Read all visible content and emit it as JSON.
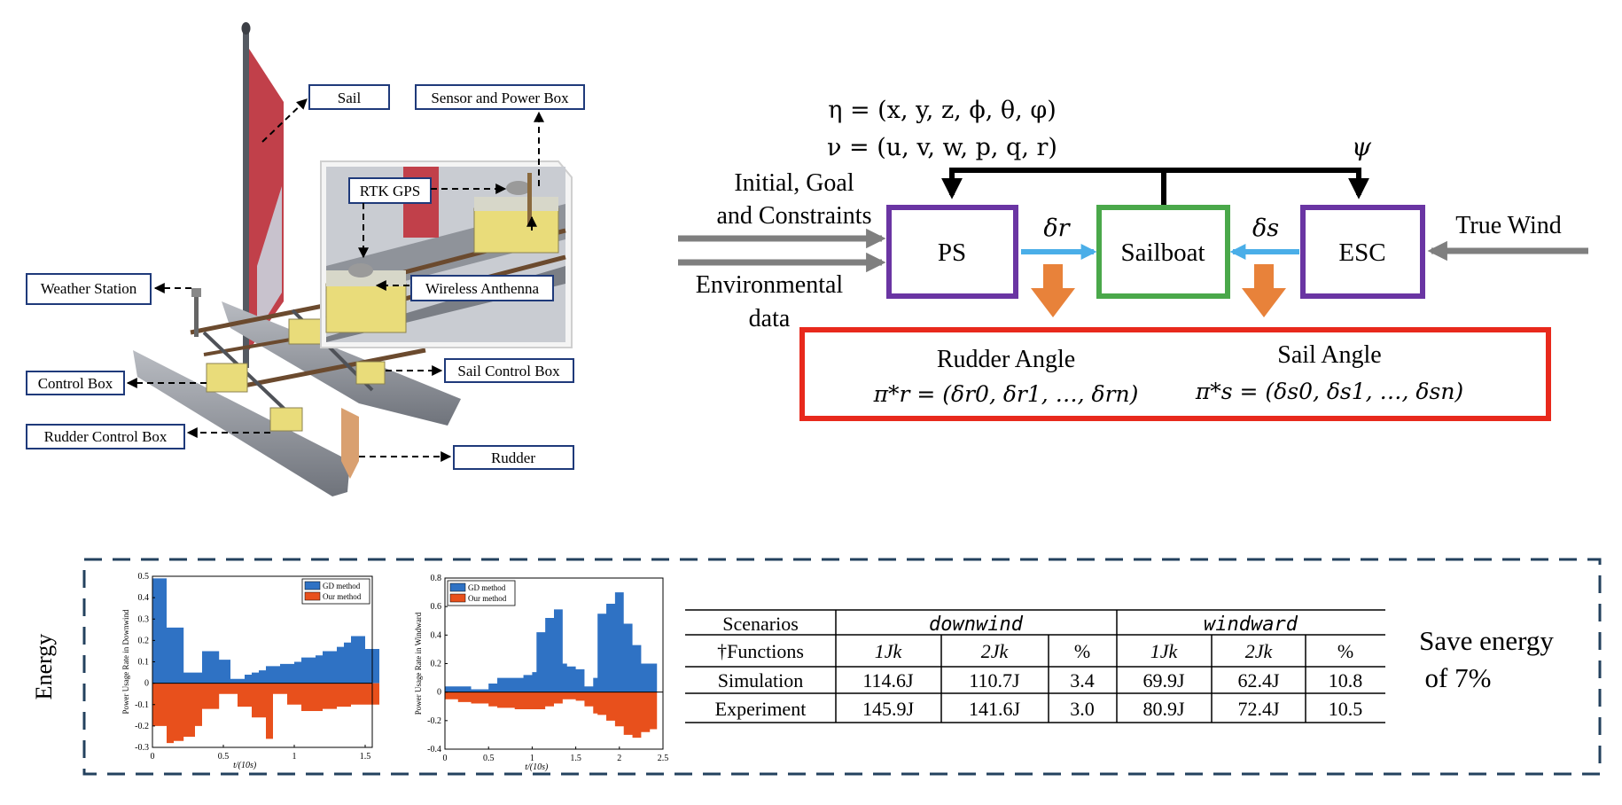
{
  "colors": {
    "label_border": "#1f3a7a",
    "ps_border": "#6a35a3",
    "sailboat_border": "#4aa84a",
    "output_border": "#e8291c",
    "blue_arrow": "#4aaee8",
    "orange_arrow": "#e8823a",
    "gray_arrow": "#7f7f7f",
    "dash_border": "#23415e",
    "bar_blue": "#2f72c4",
    "bar_orange": "#e8501c",
    "sail_red": "#c1404a",
    "hull_gray": "#8e929a",
    "box_yellow": "#e9dc7a"
  },
  "boat_labels": {
    "sail": "Sail",
    "sensor_power_box": "Sensor and Power Box",
    "rtk_gps": "RTK GPS",
    "wireless_antenna": "Wireless Anthenna",
    "weather_station": "Weather Station",
    "control_box": "Control Box",
    "sail_control_box": "Sail Control Box",
    "rudder_control_box": "Rudder Control Box",
    "rudder": "Rudder"
  },
  "block_diagram": {
    "eta_eq": "η = (x, y, z, ϕ, θ, φ)",
    "nu_eq": "ν = (u, v, w, p, q, r)",
    "psi": "ψ",
    "input_line1": "Initial, Goal",
    "input_line2": "and Constraints",
    "env_line1": "Environmental",
    "env_line2": "data",
    "ps_label": "PS",
    "sailboat_label": "Sailboat",
    "esc_label": "ESC",
    "true_wind": "True Wind",
    "delta_r": "δr",
    "delta_s": "δs",
    "rudder_angle_title": "Rudder Angle",
    "rudder_angle_eq": "π*r = (δr0, δr1, …, δrn)",
    "sail_angle_title": "Sail Angle",
    "sail_angle_eq": "π*s = (δs0, δs1, …, δsn)"
  },
  "energy": {
    "label": "Energy",
    "save_line1": "Save energy",
    "save_line2": "of 7%"
  },
  "table": {
    "headers": [
      "Scenarios",
      "downwind",
      "windward"
    ],
    "functions_header": "†Functions",
    "sub_headers": [
      "1Jk",
      "2Jk",
      "%",
      "1Jk",
      "2Jk",
      "%"
    ],
    "rows": [
      {
        "scenario": "Simulation",
        "values": [
          "114.6J",
          "110.7J",
          "3.4",
          "69.9J",
          "62.4J",
          "10.8"
        ]
      },
      {
        "scenario": "Experiment",
        "values": [
          "145.9J",
          "141.6J",
          "3.0",
          "80.9J",
          "72.4J",
          "10.5"
        ]
      }
    ]
  },
  "chart_data": [
    {
      "type": "area",
      "ylabel": "Power Usage Rate in Downwind",
      "xlabel": "t/(10s)",
      "xlim": [
        0,
        1.55
      ],
      "ylim": [
        -0.3,
        0.5
      ],
      "xticks": [
        "0",
        "0.5",
        "1",
        "1.5"
      ],
      "yticks": [
        "0.5",
        "0.4",
        "0.3",
        "0.2",
        "0.1",
        "0",
        "-0.1",
        "-0.2",
        "-0.3"
      ],
      "legend": [
        "GD method",
        "Our method"
      ],
      "legend_position": "top-right",
      "series": [
        {
          "name": "GD method",
          "x": [
            0,
            0.1,
            0.15,
            0.22,
            0.3,
            0.35,
            0.4,
            0.47,
            0.55,
            0.6,
            0.65,
            0.7,
            0.75,
            0.8,
            0.85,
            0.9,
            0.95,
            1.0,
            1.05,
            1.1,
            1.15,
            1.2,
            1.25,
            1.3,
            1.35,
            1.4,
            1.45,
            1.5,
            1.55
          ],
          "values": [
            0.49,
            0.26,
            0.26,
            0.05,
            0.05,
            0.15,
            0.15,
            0.11,
            0.02,
            0.02,
            0.04,
            0.05,
            0.06,
            0.08,
            0.08,
            0.09,
            0.09,
            0.1,
            0.12,
            0.12,
            0.13,
            0.15,
            0.15,
            0.17,
            0.19,
            0.22,
            0.22,
            0.16,
            0.16
          ]
        },
        {
          "name": "Our method",
          "x": [
            0,
            0.1,
            0.15,
            0.22,
            0.3,
            0.35,
            0.4,
            0.47,
            0.55,
            0.6,
            0.65,
            0.7,
            0.75,
            0.8,
            0.85,
            0.9,
            0.95,
            1.0,
            1.05,
            1.1,
            1.15,
            1.2,
            1.25,
            1.3,
            1.35,
            1.4,
            1.45,
            1.5,
            1.55
          ],
          "values": [
            -0.2,
            -0.28,
            -0.27,
            -0.25,
            -0.2,
            -0.12,
            -0.12,
            -0.05,
            -0.05,
            -0.11,
            -0.11,
            -0.16,
            -0.16,
            -0.26,
            -0.05,
            -0.05,
            -0.1,
            -0.1,
            -0.13,
            -0.13,
            -0.13,
            -0.12,
            -0.12,
            -0.11,
            -0.11,
            -0.1,
            -0.1,
            -0.1,
            -0.1
          ]
        }
      ]
    },
    {
      "type": "area",
      "ylabel": "Power Usage Rate in Windward",
      "xlabel": "t/(10s)",
      "xlim": [
        0,
        2.5
      ],
      "ylim": [
        -0.4,
        0.8
      ],
      "xticks": [
        "0",
        "0.5",
        "1",
        "1.5",
        "2",
        "2.5"
      ],
      "yticks": [
        "0.8",
        "0.6",
        "0.4",
        "0.2",
        "0",
        "-0.2",
        "-0.4"
      ],
      "legend": [
        "GD method",
        "Our method"
      ],
      "legend_position": "top-left",
      "series": [
        {
          "name": "GD method",
          "x": [
            0,
            0.15,
            0.3,
            0.5,
            0.6,
            0.8,
            0.9,
            1.0,
            1.05,
            1.15,
            1.25,
            1.35,
            1.4,
            1.5,
            1.6,
            1.7,
            1.75,
            1.85,
            1.95,
            2.05,
            2.15,
            2.25,
            2.35
          ],
          "values": [
            0.04,
            0.04,
            0.02,
            0.06,
            0.1,
            0.1,
            0.12,
            0.14,
            0.42,
            0.52,
            0.58,
            0.2,
            0.18,
            0.16,
            0.04,
            0.1,
            0.55,
            0.62,
            0.7,
            0.48,
            0.33,
            0.2,
            0.2
          ]
        },
        {
          "name": "Our method",
          "x": [
            0,
            0.15,
            0.3,
            0.5,
            0.6,
            0.8,
            0.9,
            1.0,
            1.05,
            1.15,
            1.25,
            1.35,
            1.4,
            1.5,
            1.6,
            1.7,
            1.75,
            1.85,
            1.95,
            2.05,
            2.15,
            2.25,
            2.35
          ],
          "values": [
            -0.05,
            -0.07,
            -0.08,
            -0.1,
            -0.11,
            -0.12,
            -0.12,
            -0.12,
            -0.12,
            -0.1,
            -0.08,
            -0.05,
            -0.05,
            -0.06,
            -0.1,
            -0.15,
            -0.16,
            -0.2,
            -0.24,
            -0.3,
            -0.32,
            -0.28,
            -0.26
          ]
        }
      ]
    }
  ]
}
